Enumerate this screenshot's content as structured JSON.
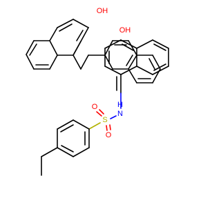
{
  "molecule": {
    "atoms": {
      "oh_top_left": "OH",
      "oh_top_right": "OH",
      "nitrogen_h": "H",
      "nitrogen": "N",
      "sulfur": "S",
      "oxygen_upper": "O",
      "oxygen_lower": "O"
    }
  },
  "colors": {
    "carbon_bond": "#000000",
    "oxygen": "#ff0000",
    "nitrogen": "#0000ff",
    "sulfur": "#b2b200",
    "background": "#ffffff"
  }
}
